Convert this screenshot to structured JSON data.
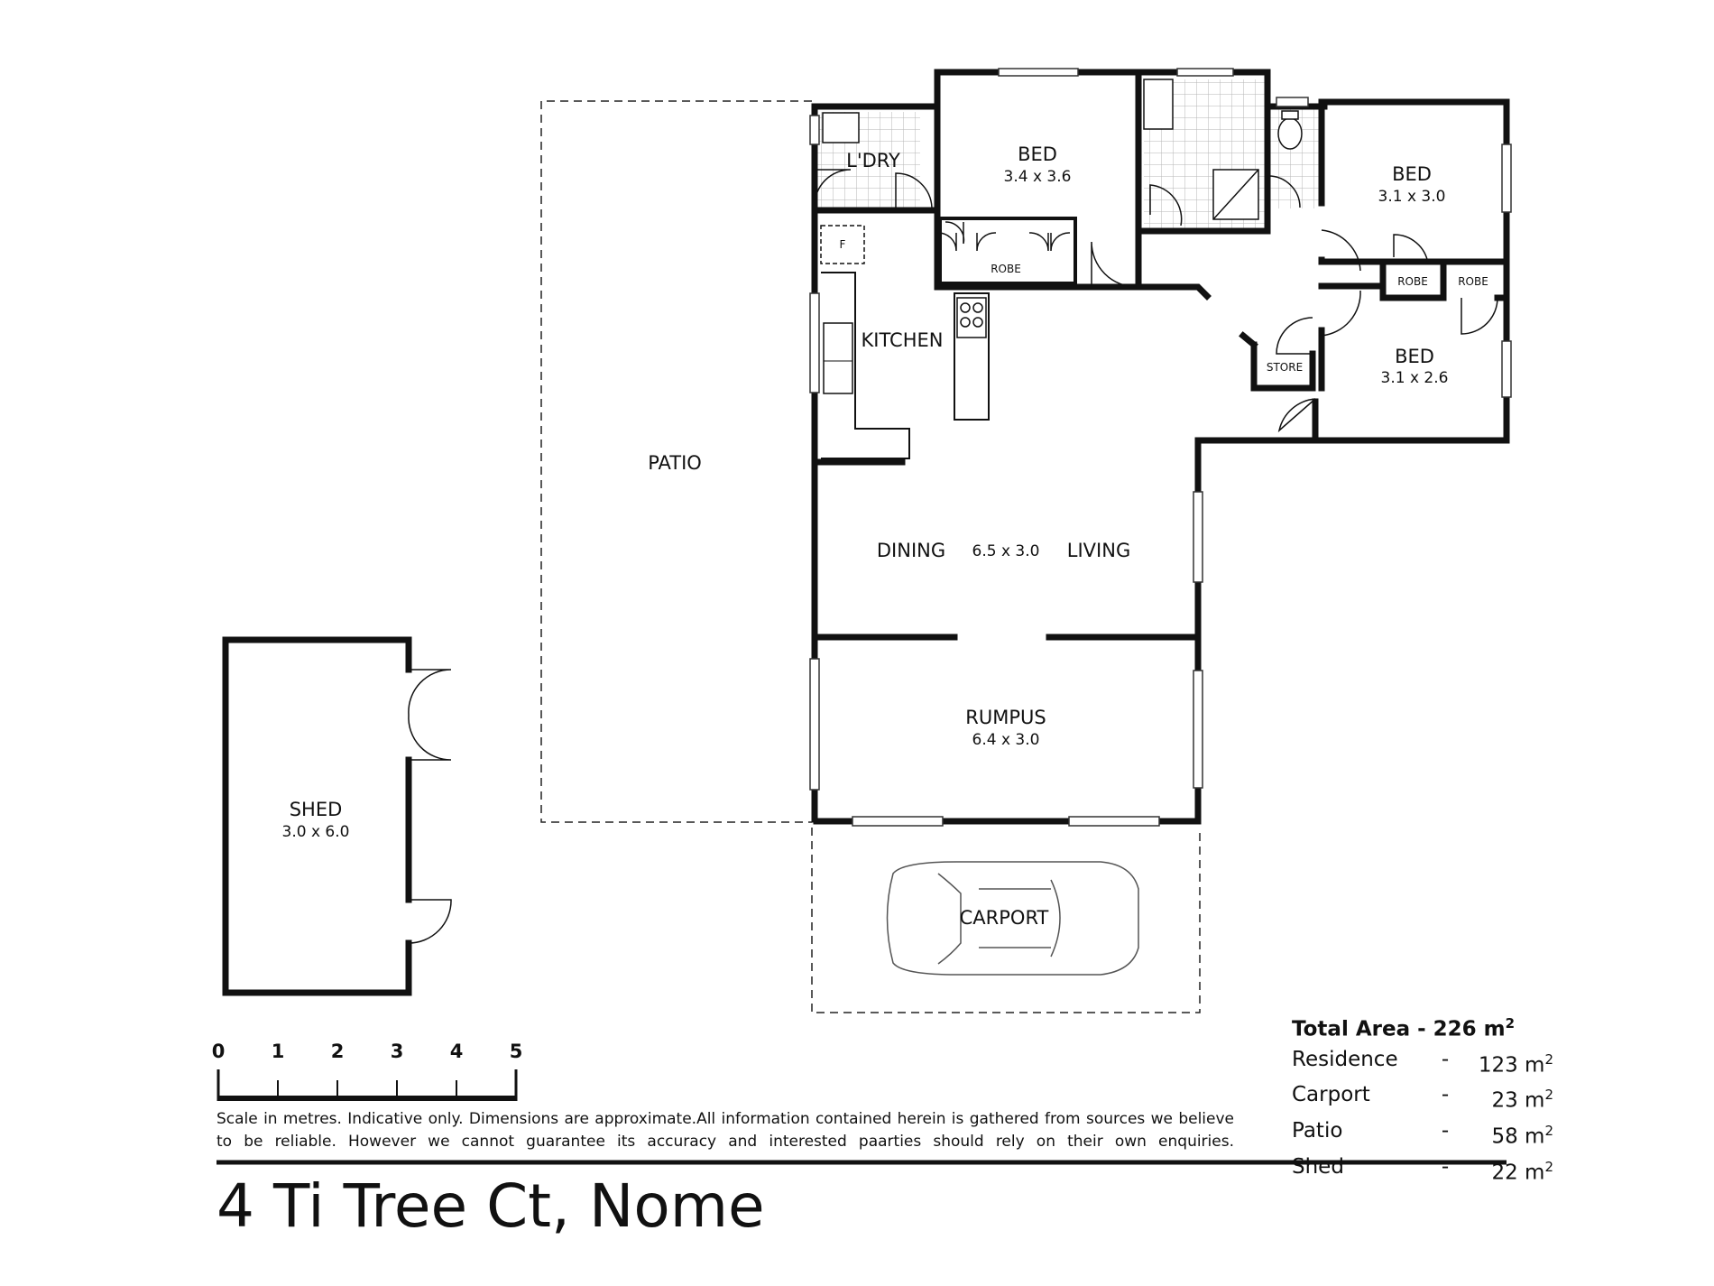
{
  "rooms": {
    "laundry": {
      "name": "L'DRY"
    },
    "bed1": {
      "name": "BED",
      "dims": "3.4 x 3.6"
    },
    "bed2": {
      "name": "BED",
      "dims": "3.1 x 3.0"
    },
    "bed3": {
      "name": "BED",
      "dims": "3.1 x 2.6"
    },
    "robe": "ROBE",
    "store": "STORE",
    "fridge": "F",
    "kitchen": {
      "name": "KITCHEN"
    },
    "patio": {
      "name": "PATIO"
    },
    "dining": {
      "name": "DINING"
    },
    "living": {
      "name": "LIVING"
    },
    "dining_living_dims": "6.5 x 3.0",
    "rumpus": {
      "name": "RUMPUS",
      "dims": "6.4 x 3.0"
    },
    "shed": {
      "name": "SHED",
      "dims": "3.0 x 6.0"
    },
    "carport": {
      "name": "CARPORT"
    }
  },
  "scale": {
    "ticks": [
      "0",
      "1",
      "2",
      "3",
      "4",
      "5"
    ]
  },
  "disclaimer": "Scale in metres. Indicative only. Dimensions are approximate.All information contained herein is gathered from sources we believe to be reliable. However we cannot guarantee its accuracy and interested paarties should rely on their own enquiries.",
  "areas": {
    "total": "Total Area - 226 m",
    "unit_sup": "2",
    "rows": [
      {
        "name": "Residence",
        "sep": "-",
        "value": "123 m"
      },
      {
        "name": "Carport",
        "sep": "-",
        "value": "23 m"
      },
      {
        "name": "Patio",
        "sep": "-",
        "value": "58 m"
      },
      {
        "name": "Shed",
        "sep": "-",
        "value": "22 m"
      }
    ]
  },
  "address": "4 Ti Tree Ct, Nome"
}
